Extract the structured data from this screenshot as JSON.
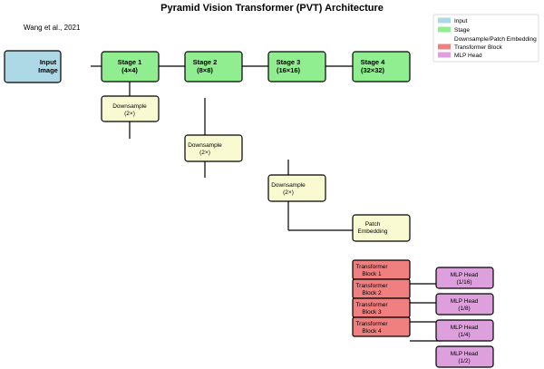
{
  "title": "Pyramid Vision Transformer (PVT) Architecture",
  "citation": "Wang et al., 2021",
  "colors": {
    "input": "#add8e6",
    "stage": "#90ee90",
    "downsample": "#fafad2",
    "transformer": "#f08080",
    "mlp": "#dda0dd",
    "stroke": "#000000"
  },
  "legend": [
    {
      "label": "Input",
      "color": "#add8e6"
    },
    {
      "label": "Stage",
      "color": "#90ee90"
    },
    {
      "label": "Downsample/Patch Embedding",
      "color": "#ffffff"
    },
    {
      "label": "Transformer Block",
      "color": "#f08080"
    },
    {
      "label": "MLP Head",
      "color": "#dda0dd"
    }
  ],
  "input": {
    "line1": "Input",
    "line2": "Image"
  },
  "stages": [
    {
      "line1": "Stage 1",
      "line2": "(4×4)"
    },
    {
      "line1": "Stage 2",
      "line2": "(8×8)"
    },
    {
      "line1": "Stage 3",
      "line2": "(16×16)"
    },
    {
      "line1": "Stage 4",
      "line2": "(32×32)"
    }
  ],
  "downsamples": [
    {
      "line1": "Downsample",
      "line2": "(2×)"
    },
    {
      "line1": "Downsample",
      "line2": "(2×)"
    },
    {
      "line1": "Downsample",
      "line2": "(2×)"
    }
  ],
  "patch_embedding": {
    "line1": "Patch",
    "line2": "Embedding"
  },
  "transformer_blocks": [
    {
      "line1": "Transformer",
      "line2": "Block 1"
    },
    {
      "line1": "Transformer",
      "line2": "Block 2"
    },
    {
      "line1": "Transformer",
      "line2": "Block 3"
    },
    {
      "line1": "Transformer",
      "line2": "Block 4"
    }
  ],
  "mlp_heads": [
    {
      "line1": "MLP Head",
      "line2": "(1/16)"
    },
    {
      "line1": "MLP Head",
      "line2": "(1/8)"
    },
    {
      "line1": "MLP Head",
      "line2": "(1/4)"
    },
    {
      "line1": "MLP Head",
      "line2": "(1/2)"
    }
  ]
}
